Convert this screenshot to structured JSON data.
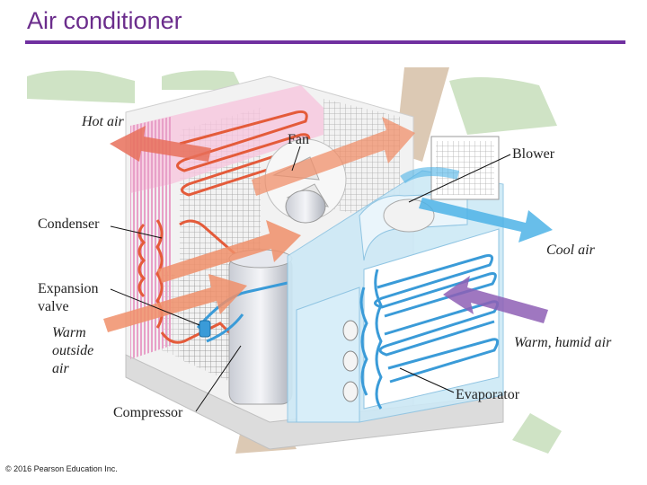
{
  "title": "Air conditioner",
  "labels": {
    "hot_air": "Hot air",
    "fan": "Fan",
    "blower": "Blower",
    "condenser": "Condenser",
    "cool_air": "Cool air",
    "expansion_valve": "Expansion\nvalve",
    "warm_outside_air": "Warm\noutside\nair",
    "warm_humid_air": "Warm, humid air",
    "evaporator": "Evaporator",
    "compressor": "Compressor"
  },
  "copyright": "© 2016 Pearson Education Inc.",
  "colors": {
    "title": "#6b2d8c",
    "rule": "#7030a0",
    "hot_arrow": "#e8705a",
    "warm_arrow": "#f08f6a",
    "cool_arrow": "#4db3e6",
    "humid_arrow": "#8e5fb5",
    "condenser_coil": "#e45b3a",
    "evaporator_coil": "#3a9bd8",
    "panel": "#cde9f6"
  }
}
